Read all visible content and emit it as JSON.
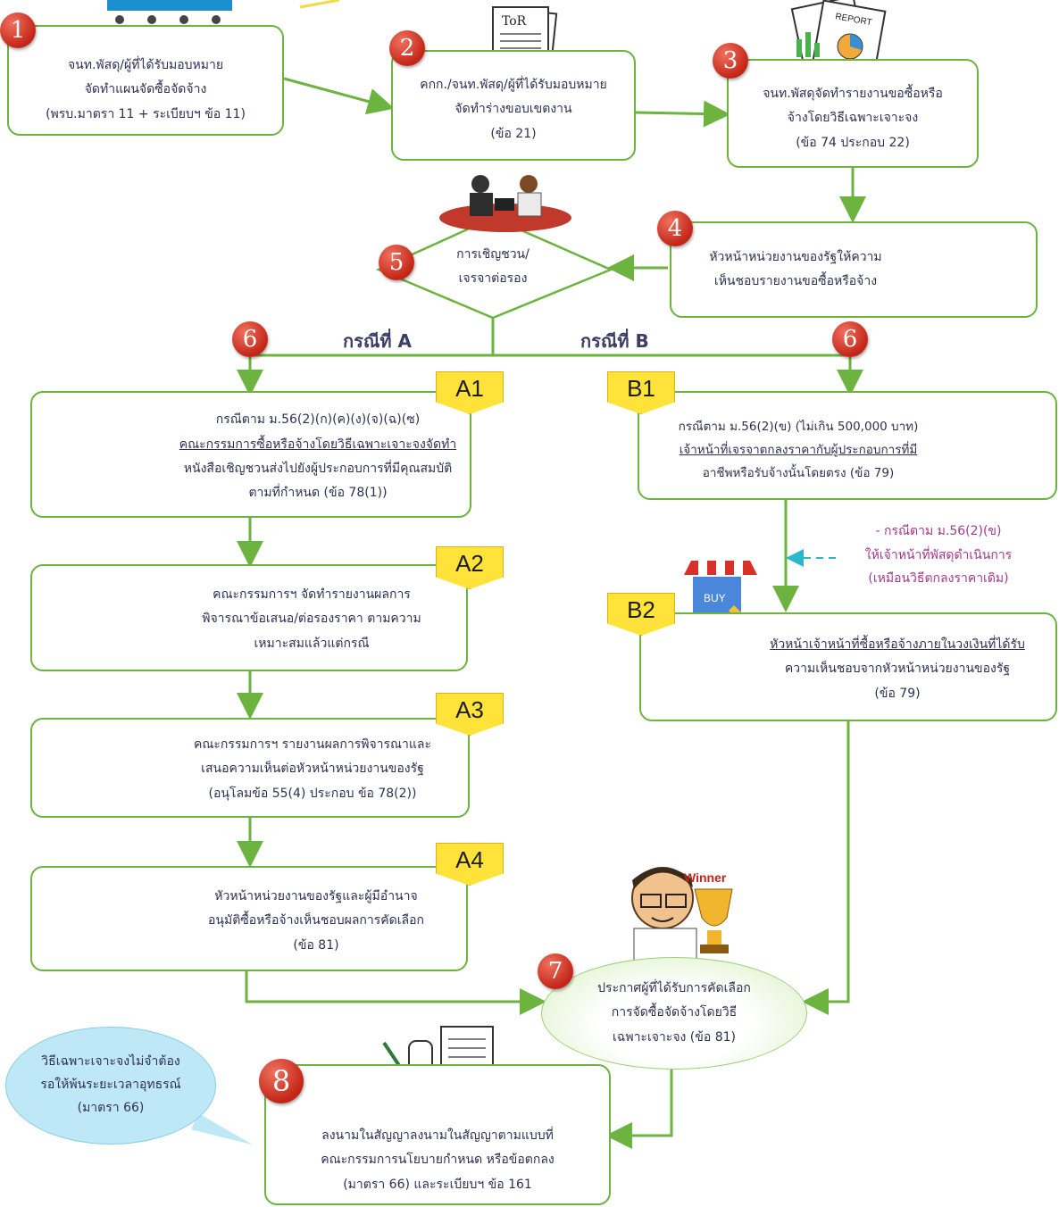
{
  "steps": {
    "s1": {
      "num": "1",
      "lines": [
        "จนท.พัสดุ/ผู้ที่ได้รับมอบหมาย",
        "จัดทำแผนจัดซื้อจัดจ้าง",
        "(พรบ.มาตรา 11 + ระเบียบฯ ข้อ 11)"
      ]
    },
    "s2": {
      "num": "2",
      "lines": [
        "คกก./จนท.พัสดุ/ผู้ที่ได้รับมอบหมาย",
        "จัดทำร่างขอบเขตงาน",
        "(ข้อ 21)"
      ]
    },
    "s3": {
      "num": "3",
      "lines": [
        "จนท.พัสดุจัดทำรายงานขอซื้อหรือ",
        "จ้างโดยวิธีเฉพาะเจาะจง",
        "(ข้อ 74 ประกอบ 22)"
      ]
    },
    "s4": {
      "num": "4",
      "lines": [
        "หัวหน้าหน่วยงานของรัฐให้ความ",
        "เห็นชอบรายงานขอซื้อหรือจ้าง"
      ]
    },
    "s5": {
      "num": "5",
      "lines": [
        "การเชิญชวน/",
        "เจรจาต่อรอง"
      ]
    },
    "s6": {
      "num": "6"
    },
    "s7": {
      "num": "7",
      "lines": [
        "ประกาศผู้ที่ได้รับการคัดเลือก",
        "การจัดซื้อจัดจ้างโดยวิธี",
        "เฉพาะเจาะจง (ข้อ 81)"
      ]
    },
    "s8": {
      "num": "8",
      "lines": [
        "ลงนามในสัญญาลงนามในสัญญาตามแบบที่",
        "คณะกรรมการนโยบายกำหนด หรือข้อตกลง",
        "(มาตรา 66) และระเบียบฯ ข้อ 161"
      ]
    }
  },
  "cases": {
    "a": "กรณีที่ A",
    "b": "กรณีที่ B"
  },
  "A1": {
    "tag": "A1",
    "lines": [
      "กรณีตาม ม.56(2)(ก)(ค)(ง)(จ)(ฉ)(ซ)",
      "คณะกรรมการซื้อหรือจ้างโดยวิธีเฉพาะเจาะจงจัดทำ",
      "หนังสือเชิญชวนส่งไปยังผู้ประกอบการที่มีคุณสมบัติ",
      "ตามที่กำหนด (ข้อ 78(1))"
    ]
  },
  "A2": {
    "tag": "A2",
    "lines": [
      "คณะกรรมการฯ จัดทำรายงานผลการ",
      "พิจารณาข้อเสนอ/ต่อรองราคา ตามความ",
      "เหมาะสมแล้วแต่กรณี"
    ]
  },
  "A3": {
    "tag": "A3",
    "lines": [
      "คณะกรรมการฯ รายงานผลการพิจารณาและ",
      "เสนอความเห็นต่อหัวหน้าหน่วยงานของรัฐ",
      "(อนุโลมข้อ 55(4) ประกอบ ข้อ 78(2))"
    ]
  },
  "A4": {
    "tag": "A4",
    "lines": [
      "หัวหน้าหน่วยงานของรัฐและผู้มีอำนาจ",
      "อนุมัติซื้อหรือจ้างเห็นชอบผลการคัดเลือก",
      "(ข้อ 81)"
    ]
  },
  "B1": {
    "tag": "B1",
    "lines": [
      "กรณีตาม ม.56(2)(ข) (ไม่เกิน 500,000 บาท)",
      "เจ้าหน้าที่เจรจาตกลงราคากับผู้ประกอบการที่มี",
      "อาชีพหรือรับจ้างนั้นโดยตรง (ข้อ 79)"
    ]
  },
  "B2": {
    "tag": "B2",
    "lines": [
      "หัวหน้าเจ้าหน้าที่ซื้อหรือจ้างภายในวงเงินที่ได้รับ",
      "ความเห็นชอบจากหัวหน้าหน่วยงานของรัฐ",
      "(ข้อ 79)"
    ]
  },
  "note_b": {
    "lines": [
      "- กรณีตาม ม.56(2)(ข)",
      "ให้เจ้าหน้าที่พัสดุดำเนินการ",
      "(เหมือนวิธีตกลงราคาเดิม)"
    ]
  },
  "bubble": {
    "lines": [
      "วิธีเฉพาะเจาะจงไม่จำต้อง",
      "รอให้พ้นระยะเวลาอุทธรณ์",
      "(มาตรา 66)"
    ]
  },
  "images": {
    "tor_label": "ToR",
    "report_label": "REPORT",
    "buy_label": "BUY",
    "winner_label": "Winner"
  },
  "colors": {
    "line": "#6cb33f",
    "badge": "#d0331f",
    "tag": "#ffe23a",
    "text": "#2f2f55",
    "note": "#a03a8c"
  }
}
